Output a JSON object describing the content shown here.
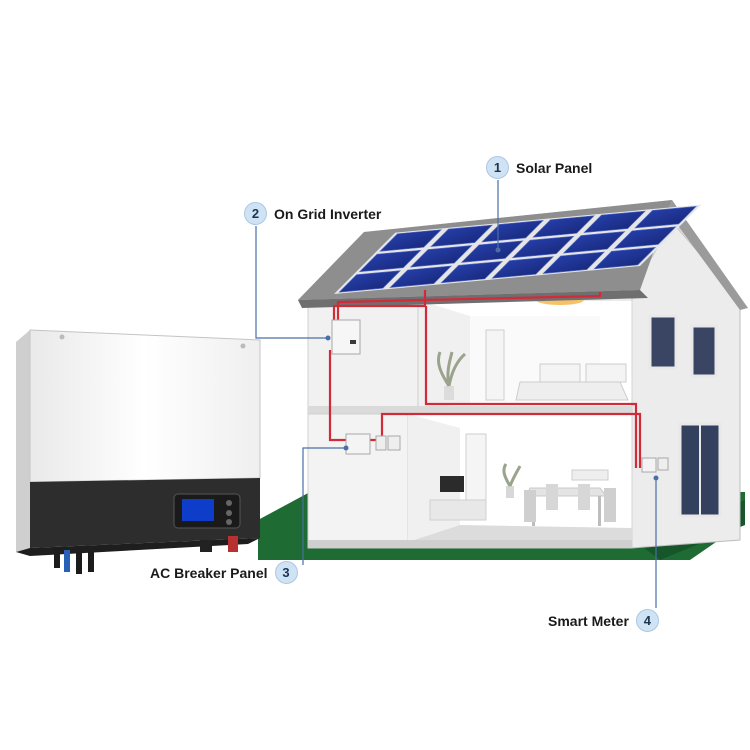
{
  "callouts": [
    {
      "number": "1",
      "text": "Solar Panel"
    },
    {
      "number": "2",
      "text": "On Grid Inverter"
    },
    {
      "number": "3",
      "text": "AC Breaker Panel"
    },
    {
      "number": "4",
      "text": "Smart Meter"
    }
  ],
  "colors": {
    "wire": "#d12b3a",
    "leader": "#4a6fa5",
    "lawn": "#1f6b34",
    "panel": "#1c2f8c",
    "badge": "#cfe3f5"
  }
}
